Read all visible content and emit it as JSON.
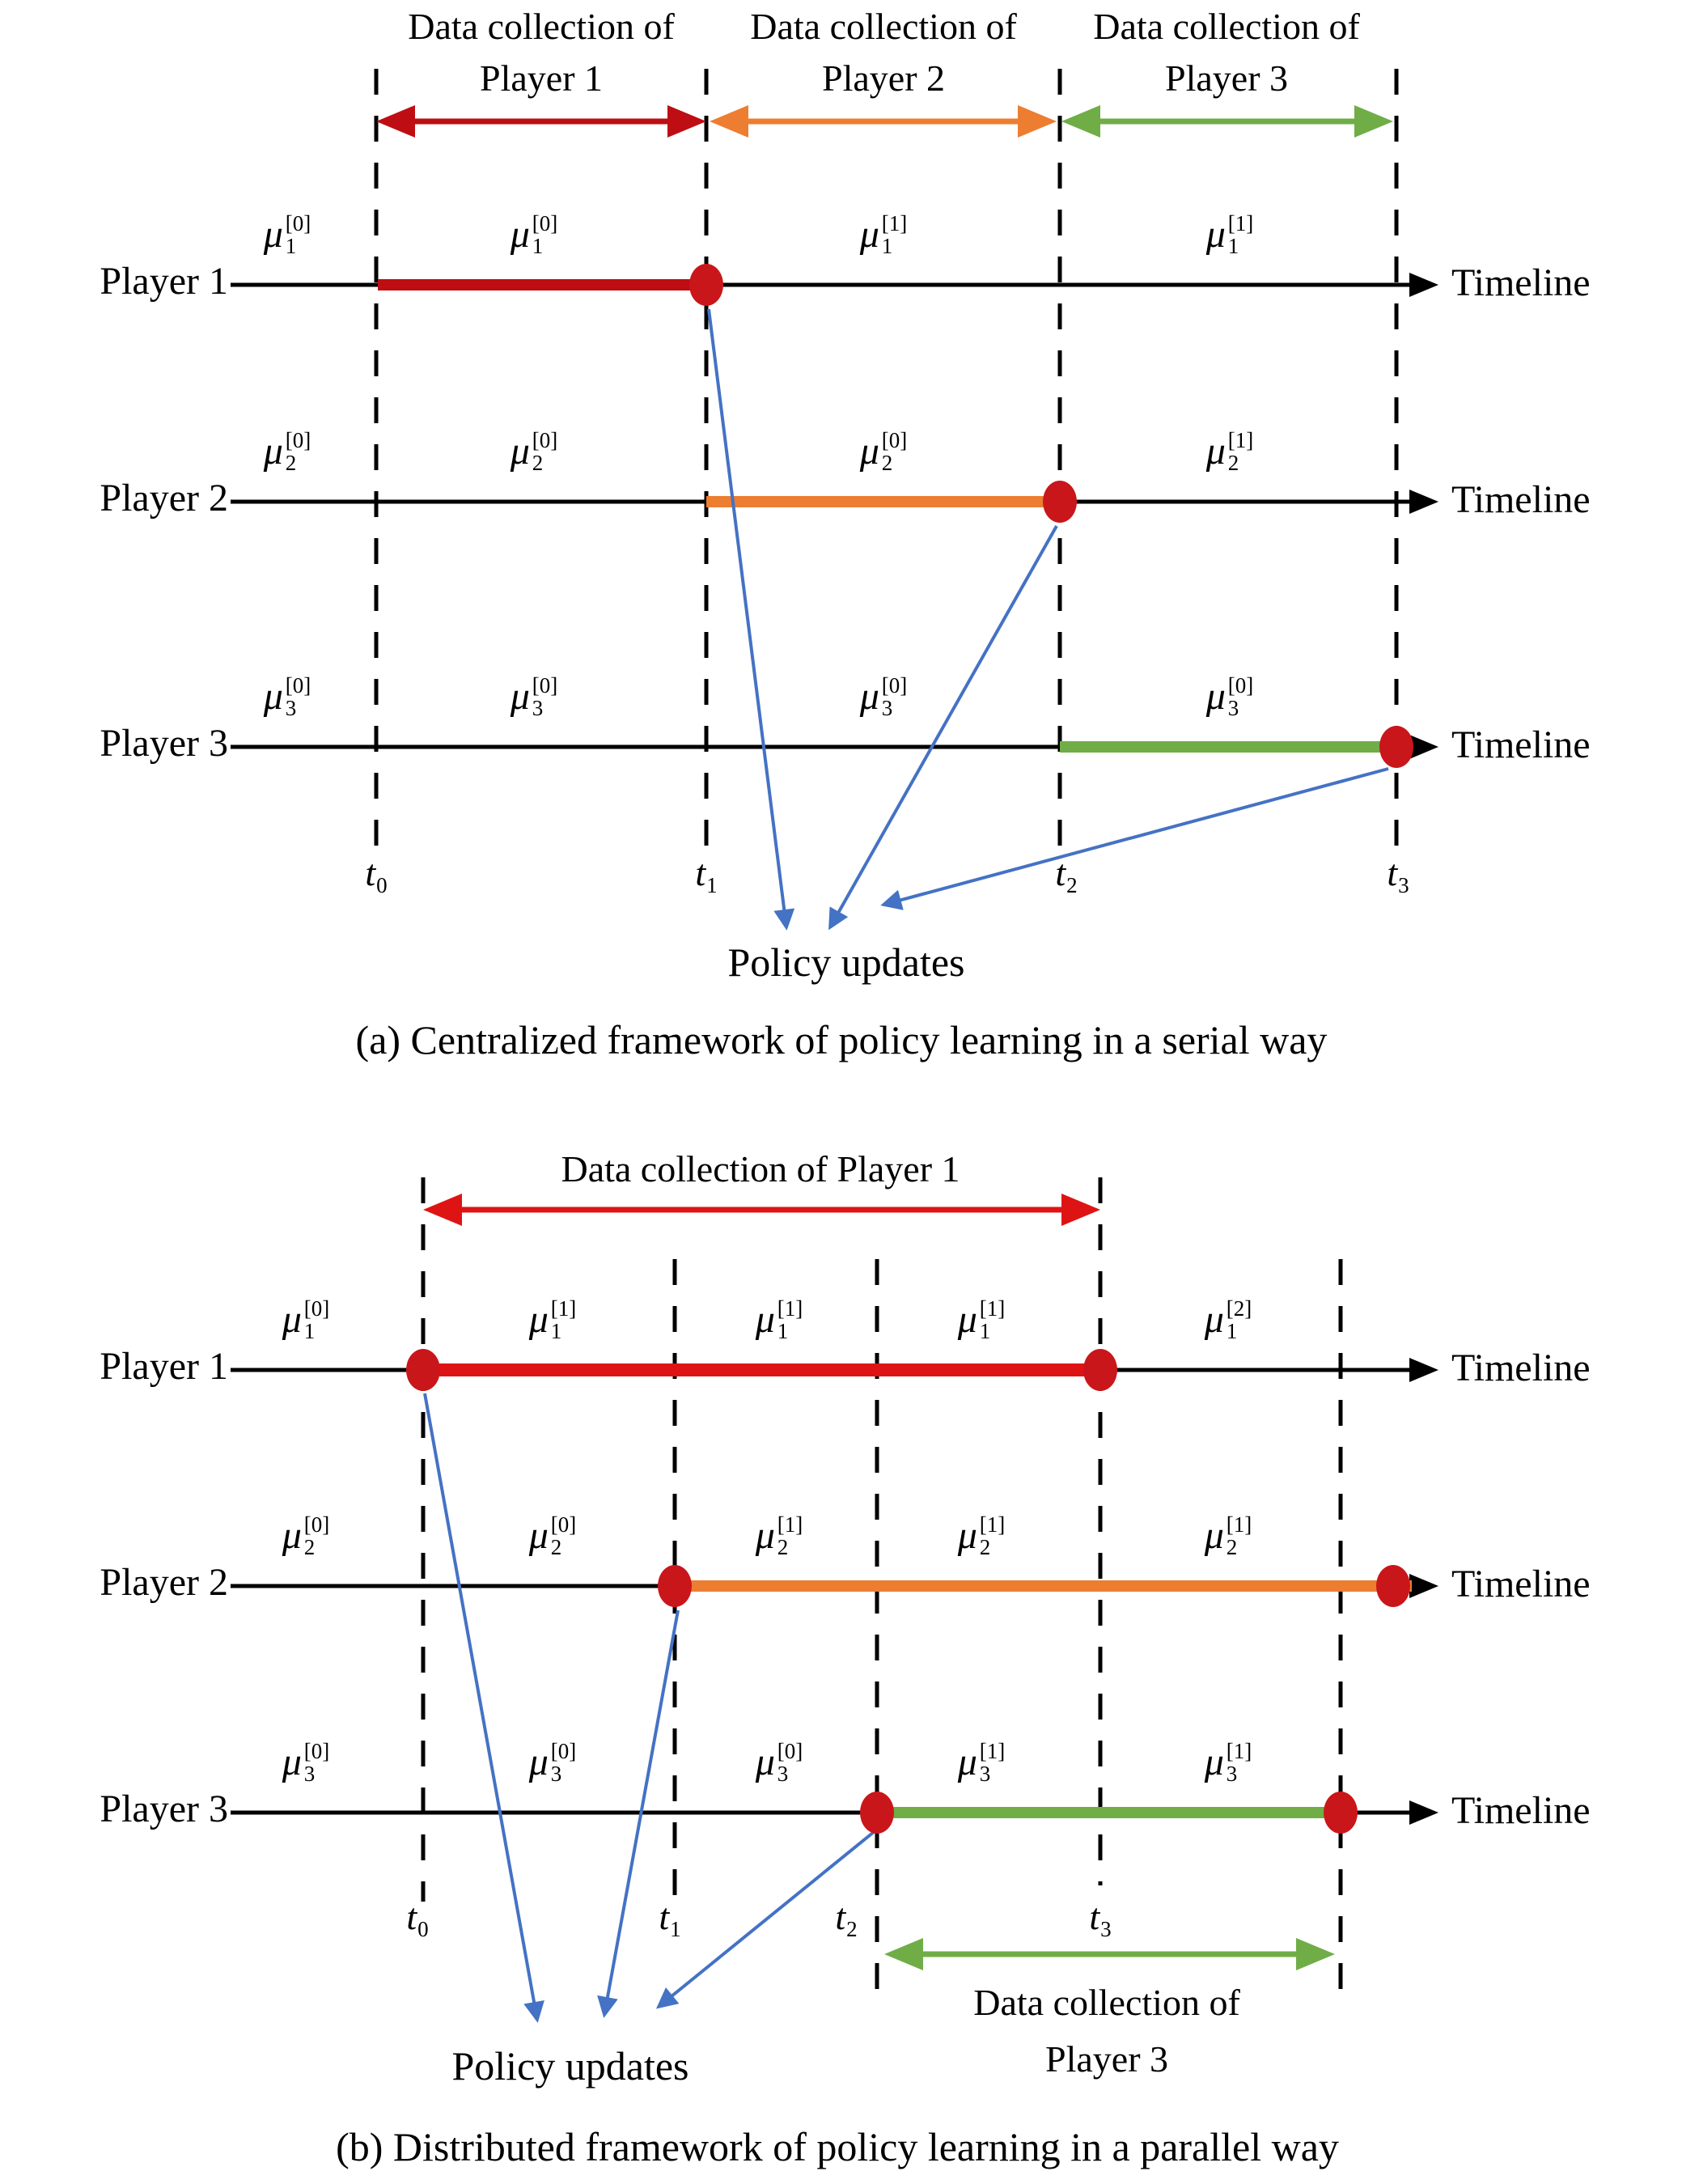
{
  "symbols": {
    "mu": "μ",
    "t": "t"
  },
  "colors": {
    "dark_red": "#BE0E13",
    "bright_red": "#DE1414",
    "orange": "#ED7D31",
    "green": "#70AD47",
    "blue": "#4472C4",
    "dot_red": "#C9161A",
    "black": "#000000"
  },
  "panel_a": {
    "headers": [
      {
        "line1": "Data collection of",
        "line2": "Player 1"
      },
      {
        "line1": "Data collection of",
        "line2": "Player 2"
      },
      {
        "line1": "Data collection of",
        "line2": "Player 3"
      }
    ],
    "rows": [
      {
        "label": "Player 1",
        "timeline": "Timeline",
        "mu": [
          {
            "sup": "[0]",
            "sub": "1"
          },
          {
            "sup": "[0]",
            "sub": "1"
          },
          {
            "sup": "[1]",
            "sub": "1"
          },
          {
            "sup": "[1]",
            "sub": "1"
          }
        ]
      },
      {
        "label": "Player 2",
        "timeline": "Timeline",
        "mu": [
          {
            "sup": "[0]",
            "sub": "2"
          },
          {
            "sup": "[0]",
            "sub": "2"
          },
          {
            "sup": "[0]",
            "sub": "2"
          },
          {
            "sup": "[1]",
            "sub": "2"
          }
        ]
      },
      {
        "label": "Player 3",
        "timeline": "Timeline",
        "mu": [
          {
            "sup": "[0]",
            "sub": "3"
          },
          {
            "sup": "[0]",
            "sub": "3"
          },
          {
            "sup": "[0]",
            "sub": "3"
          },
          {
            "sup": "[0]",
            "sub": "3"
          }
        ]
      }
    ],
    "t_labels": [
      "0",
      "1",
      "2",
      "3"
    ],
    "policy_updates": "Policy updates",
    "caption": "(a) Centralized framework of policy learning in a serial way"
  },
  "panel_b": {
    "header": "Data collection of Player 1",
    "rows": [
      {
        "label": "Player 1",
        "timeline": "Timeline",
        "mu": [
          {
            "sup": "[0]",
            "sub": "1"
          },
          {
            "sup": "[1]",
            "sub": "1"
          },
          {
            "sup": "[1]",
            "sub": "1"
          },
          {
            "sup": "[1]",
            "sub": "1"
          },
          {
            "sup": "[2]",
            "sub": "1"
          }
        ]
      },
      {
        "label": "Player 2",
        "timeline": "Timeline",
        "mu": [
          {
            "sup": "[0]",
            "sub": "2"
          },
          {
            "sup": "[0]",
            "sub": "2"
          },
          {
            "sup": "[1]",
            "sub": "2"
          },
          {
            "sup": "[1]",
            "sub": "2"
          },
          {
            "sup": "[1]",
            "sub": "2"
          }
        ]
      },
      {
        "label": "Player 3",
        "timeline": "Timeline",
        "mu": [
          {
            "sup": "[0]",
            "sub": "3"
          },
          {
            "sup": "[0]",
            "sub": "3"
          },
          {
            "sup": "[0]",
            "sub": "3"
          },
          {
            "sup": "[1]",
            "sub": "3"
          },
          {
            "sup": "[1]",
            "sub": "3"
          }
        ]
      }
    ],
    "t_labels": [
      "0",
      "1",
      "2",
      "3"
    ],
    "data_collection_p3": {
      "line1": "Data collection of",
      "line2": "Player 3"
    },
    "policy_updates": "Policy updates",
    "caption": "(b) Distributed framework of policy learning in a parallel way"
  }
}
